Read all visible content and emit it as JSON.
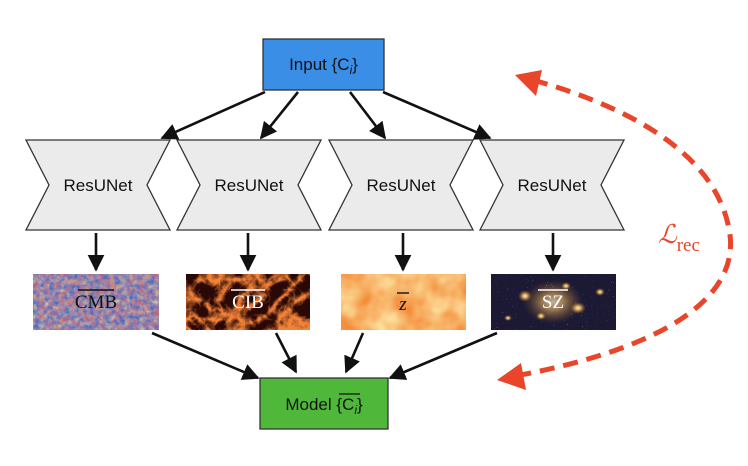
{
  "input_box": {
    "label": "Input {C",
    "sub": "i",
    "suffix": "}",
    "color": "#3a8ee6"
  },
  "networks": [
    {
      "label": "ResUNet"
    },
    {
      "label": "ResUNet"
    },
    {
      "label": "ResUNet"
    },
    {
      "label": "ResUNet"
    }
  ],
  "component_maps": [
    {
      "label": "CMB",
      "theme": "cmb-map"
    },
    {
      "label": "CIB",
      "theme": "cib-filaments"
    },
    {
      "label": "z",
      "theme": "redshift-map"
    },
    {
      "label": "SZ",
      "theme": "galaxy-cluster"
    }
  ],
  "output_box": {
    "label": "Model {",
    "inner": "C",
    "sub": "i",
    "suffix": "}",
    "color": "#4fb83a"
  },
  "loss": {
    "symbol": "ℒ",
    "sub": "rec",
    "color": "#e8452a"
  }
}
